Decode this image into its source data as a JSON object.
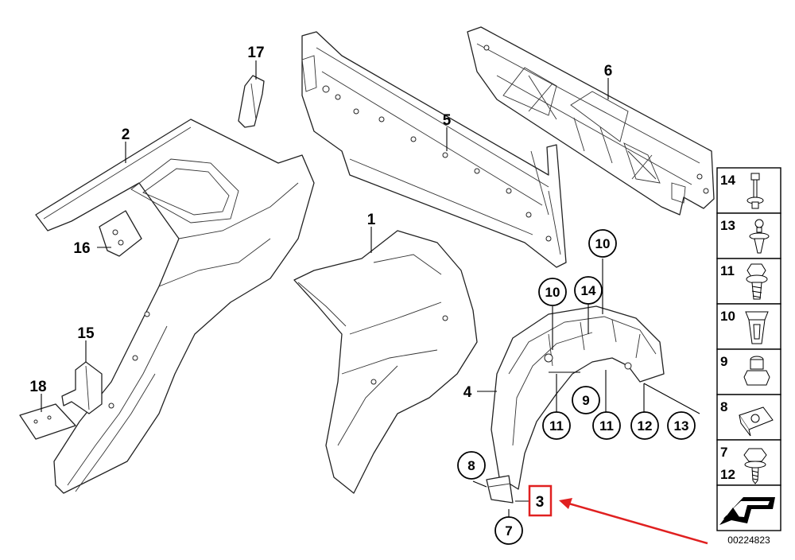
{
  "callouts": {
    "p1": "1",
    "p2": "2",
    "p3": "3",
    "p4": "4",
    "p5": "5",
    "p6": "6",
    "p15": "15",
    "p16": "16",
    "p17": "17",
    "p18": "18",
    "c10a": "10",
    "c10b": "10",
    "c14": "14",
    "c9": "9",
    "c11a": "11",
    "c11b": "11",
    "c12": "12",
    "c13": "13",
    "c8": "8",
    "c7": "7"
  },
  "legend": {
    "rows": [
      {
        "label": "14",
        "icon": "rivet-icon"
      },
      {
        "label": "13",
        "icon": "expanding-rivet-icon"
      },
      {
        "label": "11",
        "icon": "hex-collar-screw-icon"
      },
      {
        "label": "10",
        "icon": "plastic-nut-icon"
      },
      {
        "label": "9",
        "icon": "hex-nut-icon"
      },
      {
        "label": "8",
        "icon": "spring-nut-icon"
      },
      {
        "label": "7",
        "label2": "12",
        "icon": "hex-bolt-icon"
      }
    ],
    "arrow_icon": "direction-arrow-icon"
  },
  "diagram_code": "00224823",
  "highlight": {
    "target": "3",
    "color": "#e02020"
  }
}
